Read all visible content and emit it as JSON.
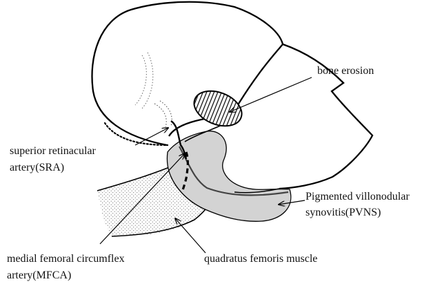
{
  "labels": {
    "bone_erosion": "bone erosion",
    "sra_line1": "superior retinacular",
    "sra_line2": "artery(SRA)",
    "pvns_line1": "Pigmented villonodular",
    "pvns_line2": "synovitis(PVNS)",
    "mfca_line1": "medial femoral circumflex",
    "mfca_line2": "artery(MFCA)",
    "qfm": "quadratus femoris muscle"
  },
  "colors": {
    "outline": "#000000",
    "pvns_fill": "#d3d3d3",
    "stipple": "#555555",
    "background": "#ffffff"
  }
}
